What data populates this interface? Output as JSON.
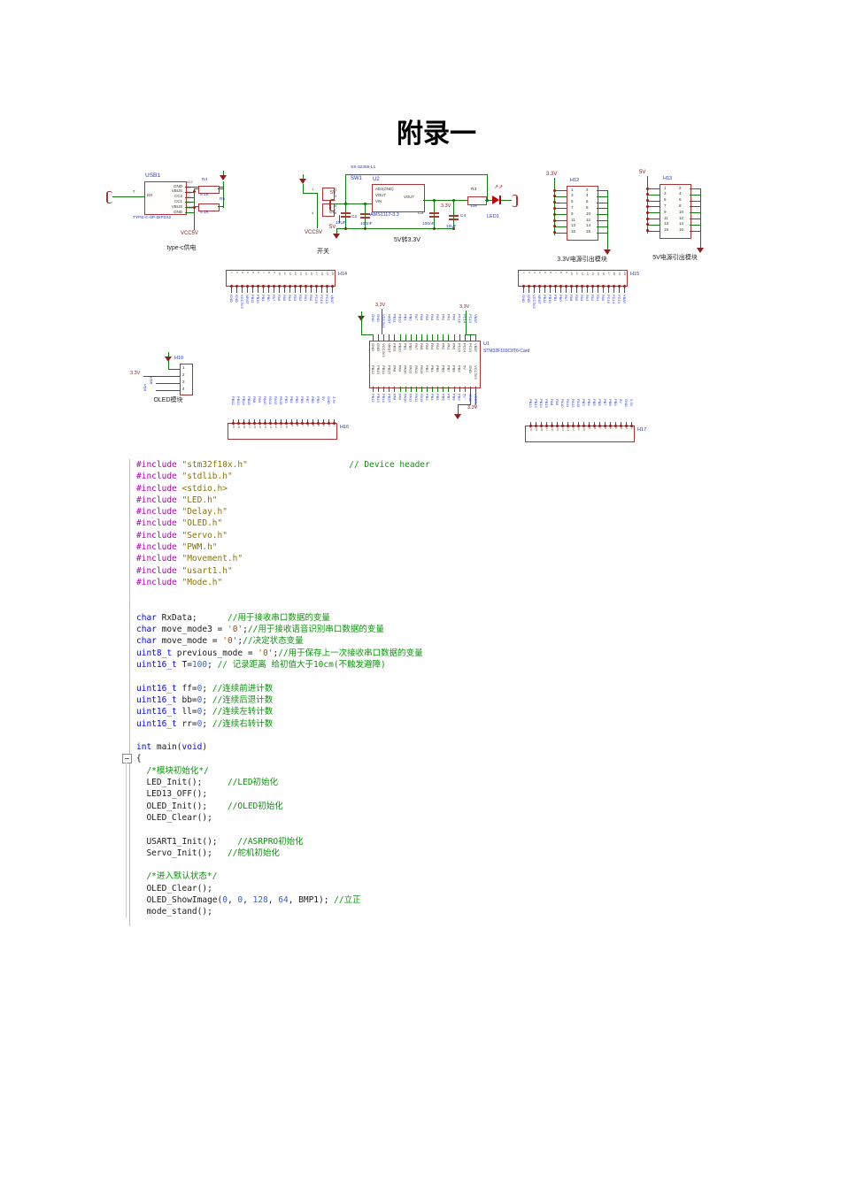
{
  "page": {
    "title": "附录一"
  },
  "colors": {
    "wire": "#0f7d0f",
    "outline": "#aa3333",
    "net_label": "#2233cc",
    "power": "#8b2020",
    "comment_green": "#089408",
    "keyword_blue": "#0505e8",
    "preprocessor_magenta": "#b000b0",
    "string_olive": "#8a7400",
    "number_blue": "#2d5fe0",
    "char_literal_brown": "#9a4a10"
  },
  "schematic": {
    "usb": {
      "ref": "USB1",
      "part": "TYPE-C-6P-DIP2X2",
      "caption": "type-c供电",
      "left_pin_num": "7",
      "left_pin_name": "EH",
      "pin_names": [
        "GND",
        "VBUS",
        "CC2",
        "CC1",
        "VBUS",
        "GND"
      ],
      "pin_nums": [
        "A12",
        "A9",
        "B5",
        "A5",
        "B9",
        "B12"
      ],
      "resistors": [
        {
          "ref": "R4",
          "value": "5.1K"
        },
        {
          "ref": "R5",
          "value": "5.1K"
        }
      ],
      "power_net": "VCC5V"
    },
    "switch": {
      "ref": "SW1",
      "part": "SS-32355-L1",
      "caption": "开关",
      "net_left": "VCC5V",
      "net_right": "5V",
      "pin_nums": [
        "1",
        "2",
        "3",
        "4",
        "5",
        "6"
      ]
    },
    "regulator": {
      "ref": "U2",
      "part": "AMS1117-3.3",
      "caption": "5V转3.3V",
      "pin_names": [
        "ADJ(GND)",
        "VOUT",
        "VIN"
      ],
      "pin_out": "VOUT",
      "net_in": "5V",
      "net_out": "3.3V",
      "caps": [
        {
          "ref": "C1",
          "value": "10UF"
        },
        {
          "ref": "C2",
          "value": "100nF"
        },
        {
          "ref": "C3",
          "value": "100nF"
        },
        {
          "ref": "C4",
          "value": "10UF"
        }
      ],
      "resistor": {
        "ref": "R3",
        "value": "10K"
      },
      "led": {
        "ref": "LED1"
      }
    },
    "h12": {
      "ref": "H12",
      "net": "3.3V",
      "caption": "3.3V电源引出模块",
      "pins": [
        "1",
        "2",
        "3",
        "4",
        "5",
        "6",
        "7",
        "8",
        "9",
        "10",
        "11",
        "12",
        "13",
        "14",
        "15",
        "16"
      ]
    },
    "h13": {
      "ref": "H13",
      "net": "5V",
      "caption": "5V电源引出模块",
      "pins": [
        "1",
        "2",
        "3",
        "4",
        "5",
        "6",
        "7",
        "8",
        "9",
        "10",
        "11",
        "12",
        "13",
        "14",
        "15",
        "16"
      ]
    },
    "h14": {
      "ref": "H14",
      "pins": [
        "1",
        "2",
        "3",
        "4",
        "5",
        "6",
        "7",
        "8",
        "9",
        "10",
        "11",
        "12",
        "13",
        "14",
        "15",
        "16",
        "17",
        "18",
        "19",
        "20"
      ],
      "nets": [
        "GND",
        "GND",
        "VCC3V3",
        "NRST",
        "PB11",
        "PB10",
        "PB1",
        "PB0",
        "PA7",
        "PA6",
        "PA5",
        "PA4",
        "PA3",
        "PA2",
        "PA1",
        "PA0",
        "PC15",
        "PC14",
        "PC13",
        "VBAT"
      ]
    },
    "h15": {
      "ref": "H15",
      "pins": [
        "1",
        "2",
        "3",
        "4",
        "5",
        "6",
        "7",
        "8",
        "9",
        "10",
        "11",
        "12",
        "13",
        "14",
        "15",
        "16",
        "17",
        "18",
        "19",
        "20"
      ],
      "nets": [
        "GND",
        "GND",
        "VCC3V3",
        "NRST",
        "PB11",
        "PB10",
        "PB1",
        "PB0",
        "PA7",
        "PA6",
        "PA5",
        "PA4",
        "PA3",
        "PA2",
        "PA1",
        "PA0",
        "PC15",
        "PC14",
        "PC13",
        "VBAT"
      ]
    },
    "h16": {
      "ref": "H16",
      "pins": [
        "20",
        "19",
        "18",
        "17",
        "16",
        "15",
        "14",
        "13",
        "12",
        "11",
        "10",
        "9",
        "8",
        "7",
        "6",
        "5",
        "4",
        "3",
        "2",
        "1"
      ],
      "nets": [
        "PB12",
        "PB13",
        "PB14",
        "PB15",
        "PA8",
        "PA9",
        "PA10",
        "PA11",
        "PA12",
        "PA15",
        "PB3",
        "PB4",
        "PB5",
        "PB6",
        "PB7",
        "PB8",
        "PB9",
        "5V",
        "GND",
        "3.3V"
      ]
    },
    "h17": {
      "ref": "H17",
      "pins": [
        "20",
        "19",
        "18",
        "17",
        "16",
        "15",
        "14",
        "13",
        "12",
        "11",
        "10",
        "9",
        "8",
        "7",
        "6",
        "5",
        "4",
        "3",
        "2",
        "1"
      ],
      "nets": [
        "PB12",
        "PB13",
        "PB14",
        "PB15",
        "PA8",
        "PA9",
        "PA10",
        "PA11",
        "PA12",
        "PA15",
        "PB3",
        "PB4",
        "PB5",
        "PB6",
        "PB7",
        "PB8",
        "PB9",
        "5V",
        "GND",
        "3.3V"
      ]
    },
    "oled": {
      "ref": "H10",
      "caption": "OLED模块",
      "pins": [
        "1",
        "2",
        "3",
        "4"
      ],
      "nets": [
        "GND",
        "3.3V",
        "PB8",
        "PB9"
      ]
    },
    "mcu": {
      "ref": "U1",
      "part": "STM32F103C8T6-Card",
      "power_label": "3.3V",
      "top_pins": [
        "GND",
        "GND",
        "VCC3V3",
        "NRST",
        "PB11",
        "PB10",
        "PB1",
        "PB0",
        "PA7",
        "PA6",
        "PA5",
        "PA4",
        "PA3",
        "PA2",
        "PA1",
        "PA0",
        "PC15",
        "PC14",
        "PC13",
        "VBAT"
      ],
      "bottom_pins": [
        "PB12",
        "PB13",
        "PB14",
        "PB15",
        "PA8",
        "PA9",
        "PA10",
        "PA11",
        "PA12",
        "PA15",
        "PB3",
        "PB4",
        "PB5",
        "PB6",
        "PB7",
        "PB8",
        "PB9",
        "5V",
        "GND",
        "VCC3V3"
      ]
    }
  },
  "code": {
    "fold_glyph": "-",
    "lines": [
      [
        [
          "pp",
          "#include "
        ],
        [
          "str",
          "\"stm32f10x.h\""
        ],
        [
          "pl",
          "                    "
        ],
        [
          "cmt",
          "// Device header"
        ]
      ],
      [
        [
          "pp",
          "#include "
        ],
        [
          "str",
          "\"stdlib.h\""
        ]
      ],
      [
        [
          "pp",
          "#include "
        ],
        [
          "str",
          "<stdio.h>"
        ]
      ],
      [
        [
          "pp",
          "#include "
        ],
        [
          "str",
          "\"LED.h\""
        ]
      ],
      [
        [
          "pp",
          "#include "
        ],
        [
          "str",
          "\"Delay.h\""
        ]
      ],
      [
        [
          "pp",
          "#include "
        ],
        [
          "str",
          "\"OLED.h\""
        ]
      ],
      [
        [
          "pp",
          "#include "
        ],
        [
          "str",
          "\"Servo.h\""
        ]
      ],
      [
        [
          "pp",
          "#include "
        ],
        [
          "str",
          "\"PWM.h\""
        ]
      ],
      [
        [
          "pp",
          "#include "
        ],
        [
          "str",
          "\"Movement.h\""
        ]
      ],
      [
        [
          "pp",
          "#include "
        ],
        [
          "str",
          "\"usart1.h\""
        ]
      ],
      [
        [
          "pp",
          "#include "
        ],
        [
          "str",
          "\"Mode.h\""
        ]
      ],
      [],
      [],
      [
        [
          "kw",
          "char"
        ],
        [
          "pl",
          " RxData;      "
        ],
        [
          "cmt",
          "//用于接收串口数据的变量"
        ]
      ],
      [
        [
          "kw",
          "char"
        ],
        [
          "pl",
          " move_mode3 = "
        ],
        [
          "chr",
          "'0'"
        ],
        [
          "pl",
          ";"
        ],
        [
          "cmt",
          "//用于接收语音识别串口数据的变量"
        ]
      ],
      [
        [
          "kw",
          "char"
        ],
        [
          "pl",
          " move_mode = "
        ],
        [
          "chr",
          "'0'"
        ],
        [
          "pl",
          ";"
        ],
        [
          "cmt",
          "//决定状态变量"
        ]
      ],
      [
        [
          "kw",
          "uint8_t"
        ],
        [
          "pl",
          " previous_mode = "
        ],
        [
          "chr",
          "'0'"
        ],
        [
          "pl",
          ";"
        ],
        [
          "cmt",
          "//用于保存上一次接收串口数据的变量"
        ]
      ],
      [
        [
          "kw",
          "uint16_t"
        ],
        [
          "pl",
          " T="
        ],
        [
          "num",
          "100"
        ],
        [
          "pl",
          "; "
        ],
        [
          "cmt",
          "// 记录距离 给初值大于10cm(不触发避障)"
        ]
      ],
      [],
      [
        [
          "kw",
          "uint16_t"
        ],
        [
          "pl",
          " ff="
        ],
        [
          "num",
          "0"
        ],
        [
          "pl",
          "; "
        ],
        [
          "cmt",
          "//连续前进计数"
        ]
      ],
      [
        [
          "kw",
          "uint16_t"
        ],
        [
          "pl",
          " bb="
        ],
        [
          "num",
          "0"
        ],
        [
          "pl",
          "; "
        ],
        [
          "cmt",
          "//连续后退计数"
        ]
      ],
      [
        [
          "kw",
          "uint16_t"
        ],
        [
          "pl",
          " ll="
        ],
        [
          "num",
          "0"
        ],
        [
          "pl",
          "; "
        ],
        [
          "cmt",
          "//连续左转计数"
        ]
      ],
      [
        [
          "kw",
          "uint16_t"
        ],
        [
          "pl",
          " rr="
        ],
        [
          "num",
          "0"
        ],
        [
          "pl",
          "; "
        ],
        [
          "cmt",
          "//连续右转计数"
        ]
      ],
      [],
      [
        [
          "kw",
          "int"
        ],
        [
          "pl",
          " main("
        ],
        [
          "kw",
          "void"
        ],
        [
          "pl",
          ")"
        ]
      ],
      [
        [
          "pl",
          "{"
        ]
      ],
      [
        [
          "pl",
          "  "
        ],
        [
          "cmt",
          "/*模块初始化*/"
        ]
      ],
      [
        [
          "pl",
          "  LED_Init();     "
        ],
        [
          "cmt",
          "//LED初始化"
        ]
      ],
      [
        [
          "pl",
          "  LED13_OFF();"
        ]
      ],
      [
        [
          "pl",
          "  OLED_Init();    "
        ],
        [
          "cmt",
          "//OLED初始化"
        ]
      ],
      [
        [
          "pl",
          "  OLED_Clear();"
        ]
      ],
      [],
      [
        [
          "pl",
          "  USART1_Init();    "
        ],
        [
          "cmt",
          "//ASRPRO初始化"
        ]
      ],
      [
        [
          "pl",
          "  Servo_Init();   "
        ],
        [
          "cmt",
          "//舵机初始化"
        ]
      ],
      [],
      [
        [
          "pl",
          "  "
        ],
        [
          "cmt",
          "/*进入默认状态*/"
        ]
      ],
      [
        [
          "pl",
          "  OLED_Clear();"
        ]
      ],
      [
        [
          "pl",
          "  OLED_ShowImage("
        ],
        [
          "num",
          "0"
        ],
        [
          "pl",
          ", "
        ],
        [
          "num",
          "0"
        ],
        [
          "pl",
          ", "
        ],
        [
          "num",
          "128"
        ],
        [
          "pl",
          ", "
        ],
        [
          "num",
          "64"
        ],
        [
          "pl",
          ", BMP1); "
        ],
        [
          "cmt",
          "//立正"
        ]
      ],
      [
        [
          "pl",
          "  mode_stand();"
        ]
      ]
    ]
  }
}
